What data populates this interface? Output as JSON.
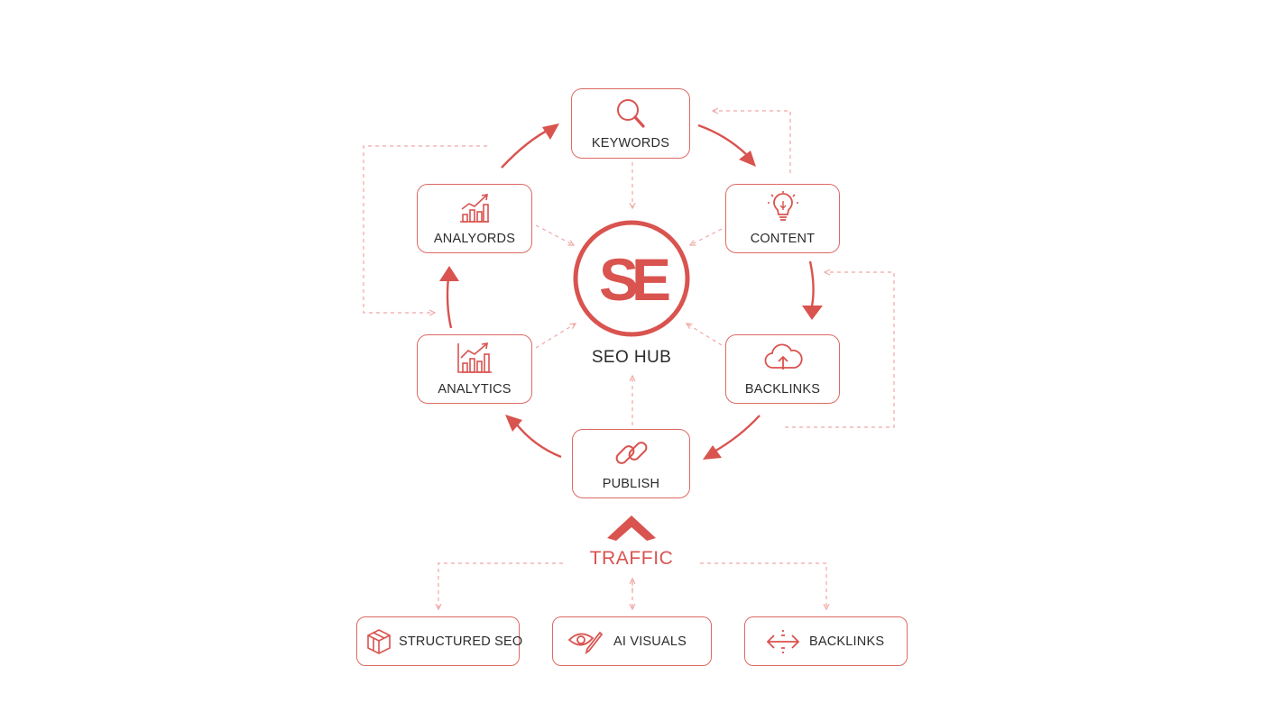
{
  "colors": {
    "accent": "#d9534f",
    "accent_light": "#f0a8a4",
    "text": "#2b2b2b"
  },
  "hub": {
    "logo_text": "SE",
    "label": "SEO HUB"
  },
  "cycle_nodes": [
    {
      "id": "keywords",
      "label": "KEYWORDS",
      "icon": "magnifier-icon"
    },
    {
      "id": "content",
      "label": "CONTENT",
      "icon": "lightbulb-icon"
    },
    {
      "id": "backlinks",
      "label": "BACKLINKS",
      "icon": "cloud-upload-icon"
    },
    {
      "id": "publish",
      "label": "PUBLISH",
      "icon": "chain-link-icon"
    },
    {
      "id": "analytics",
      "label": "ANALYTICS",
      "icon": "bar-chart-icon"
    },
    {
      "id": "analyords",
      "label": "ANALYORDS",
      "icon": "growth-chart-icon"
    }
  ],
  "traffic": {
    "label": "TRAFFIC",
    "icon": "chevron-up-icon"
  },
  "bottom_items": [
    {
      "id": "structured-seo",
      "label": "STRUCTURED SEO",
      "icon": "cube-icon"
    },
    {
      "id": "ai-visuals",
      "label": "AI VISUALS",
      "icon": "eye-pen-icon"
    },
    {
      "id": "backlinks-bottom",
      "label": "BACKLINKS",
      "icon": "bidirectional-arrow-icon"
    }
  ]
}
